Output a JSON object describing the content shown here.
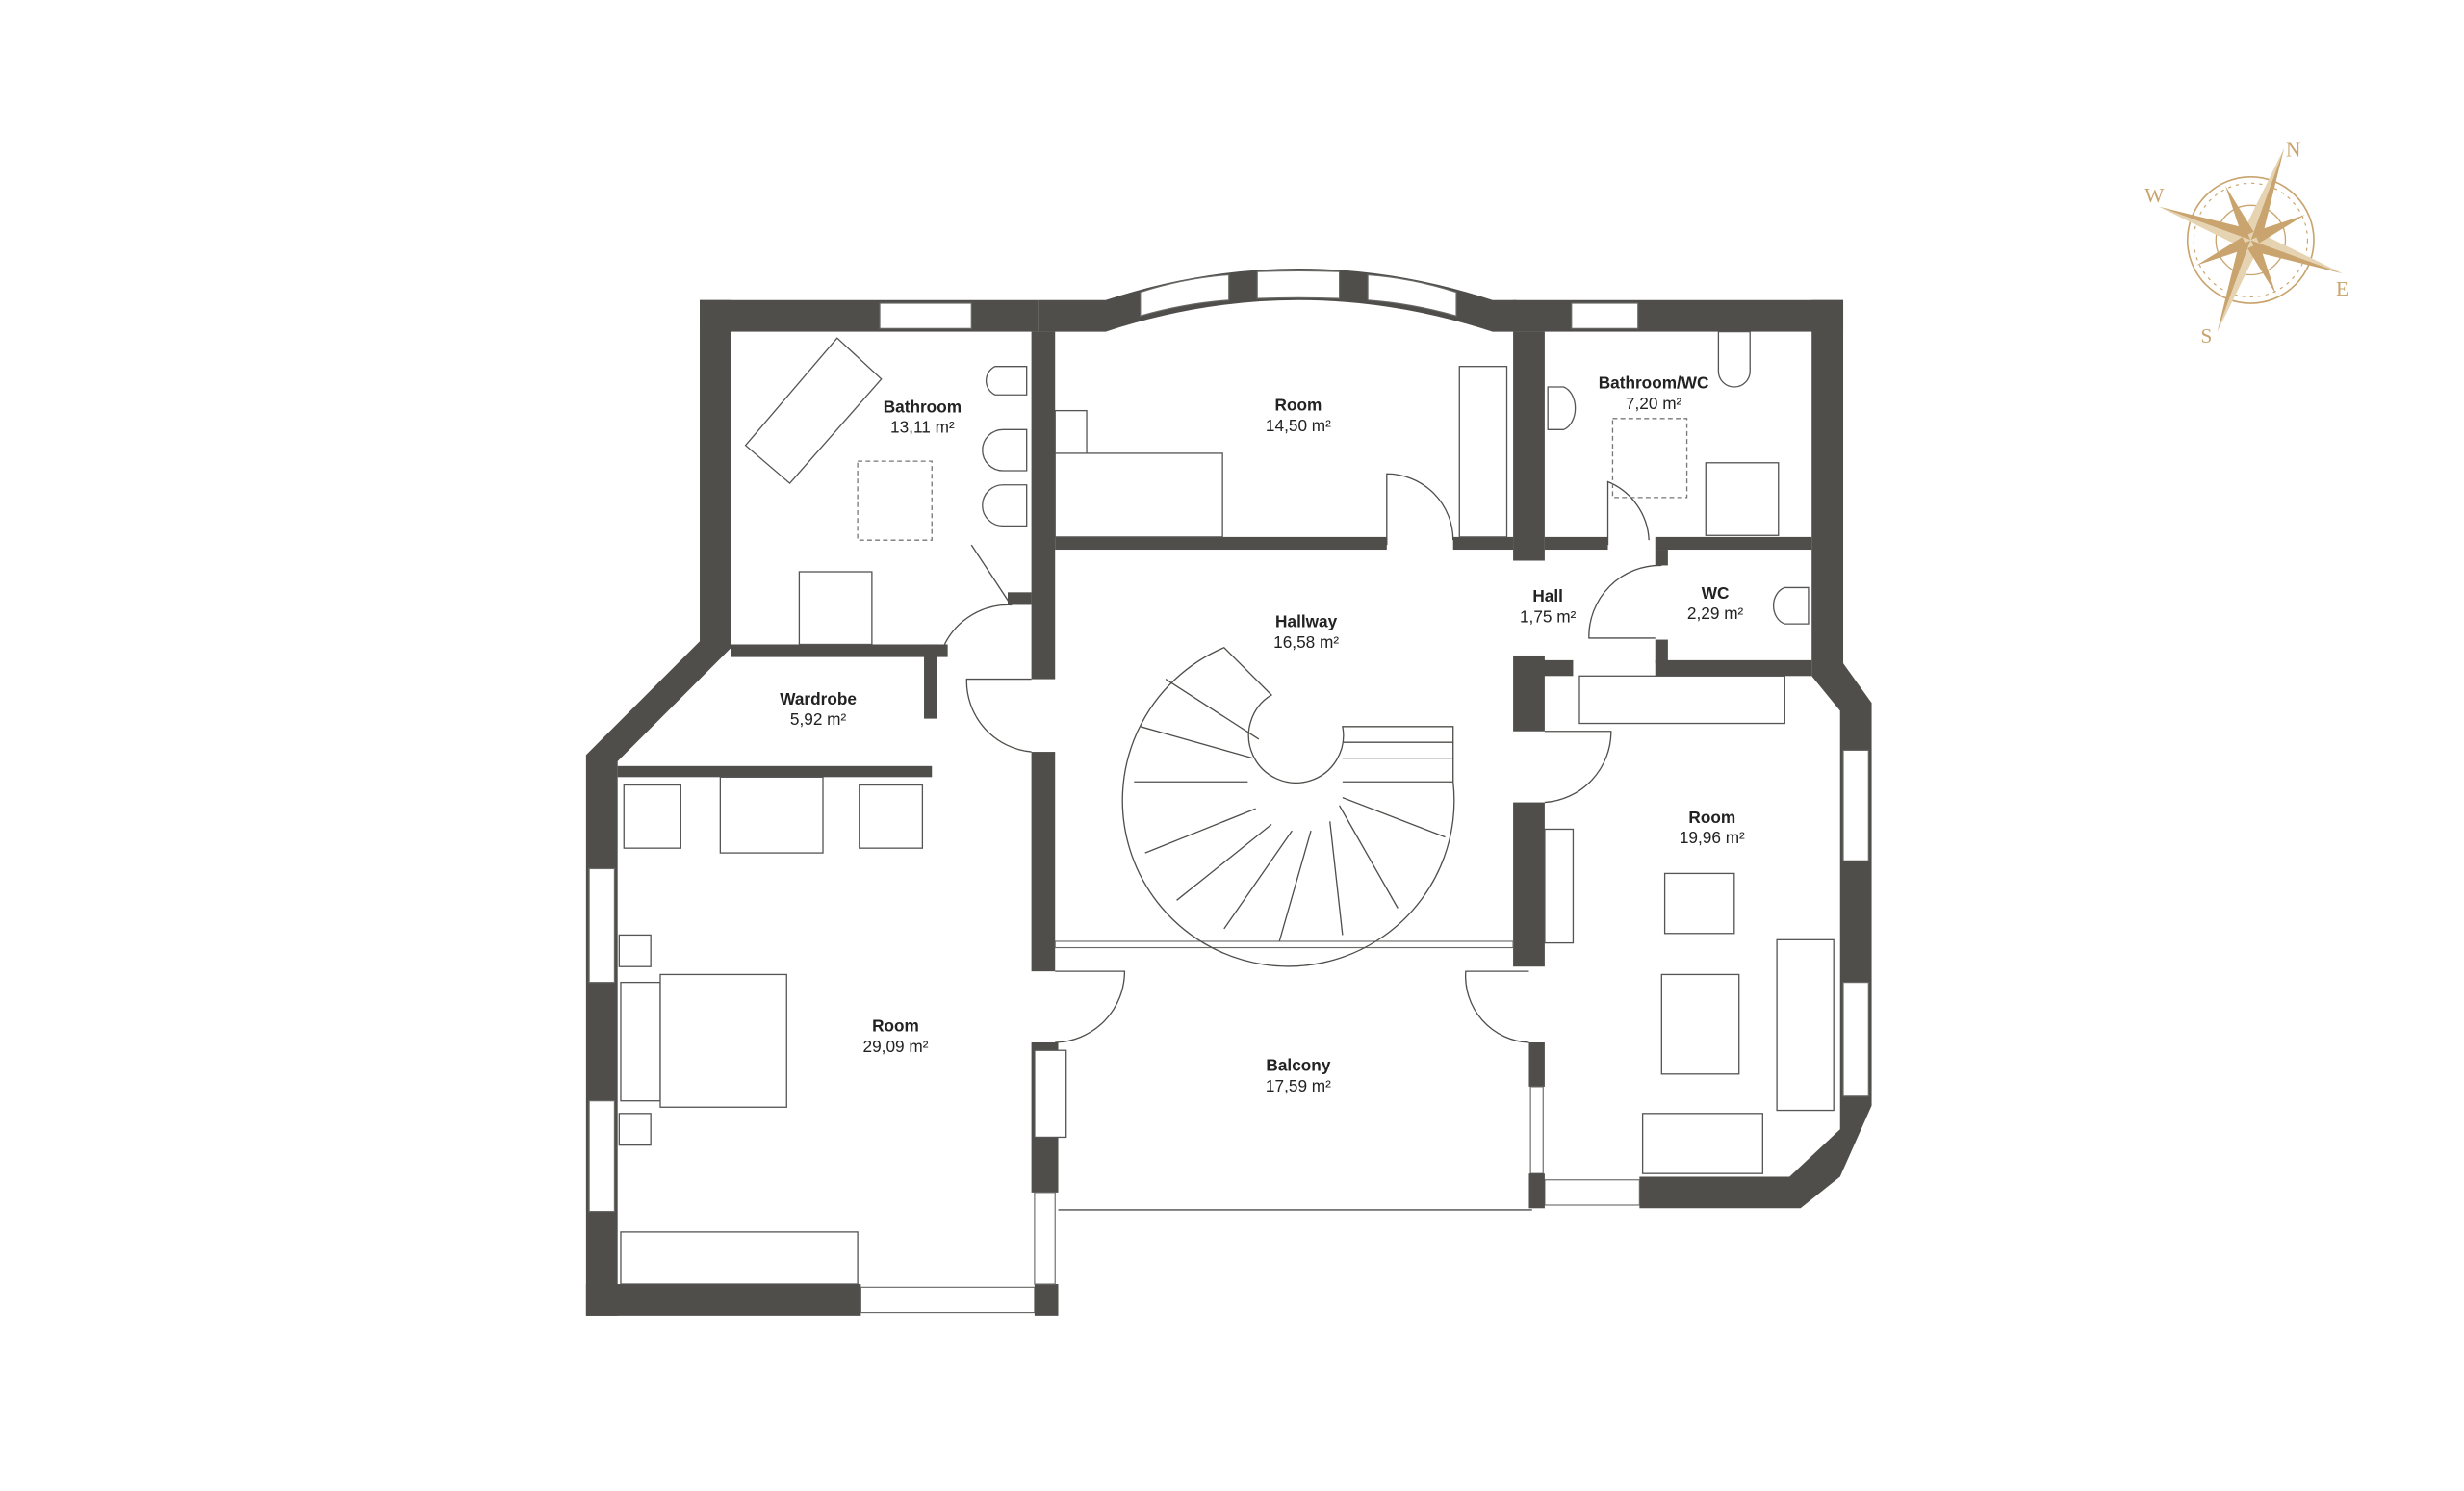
{
  "rooms": {
    "bathroom": {
      "name": "Bathroom",
      "area": "13,11 m²"
    },
    "room_top": {
      "name": "Room",
      "area": "14,50 m²"
    },
    "bathroom_wc": {
      "name": "Bathroom/WC",
      "area": "7,20 m²"
    },
    "hallway": {
      "name": "Hallway",
      "area": "16,58 m²"
    },
    "hall": {
      "name": "Hall",
      "area": "1,75 m²"
    },
    "wc": {
      "name": "WC",
      "area": "2,29 m²"
    },
    "wardrobe": {
      "name": "Wardrobe",
      "area": "5,92 m²"
    },
    "room_right": {
      "name": "Room",
      "area": "19,96 m²"
    },
    "room_left": {
      "name": "Room",
      "area": "29,09 m²"
    },
    "balcony": {
      "name": "Balcony",
      "area": "17,59 m²"
    }
  },
  "compass": {
    "n": "N",
    "e": "E",
    "s": "S",
    "w": "W",
    "color": "#c9a46e"
  },
  "colors": {
    "wall": "#4f4e4b"
  }
}
